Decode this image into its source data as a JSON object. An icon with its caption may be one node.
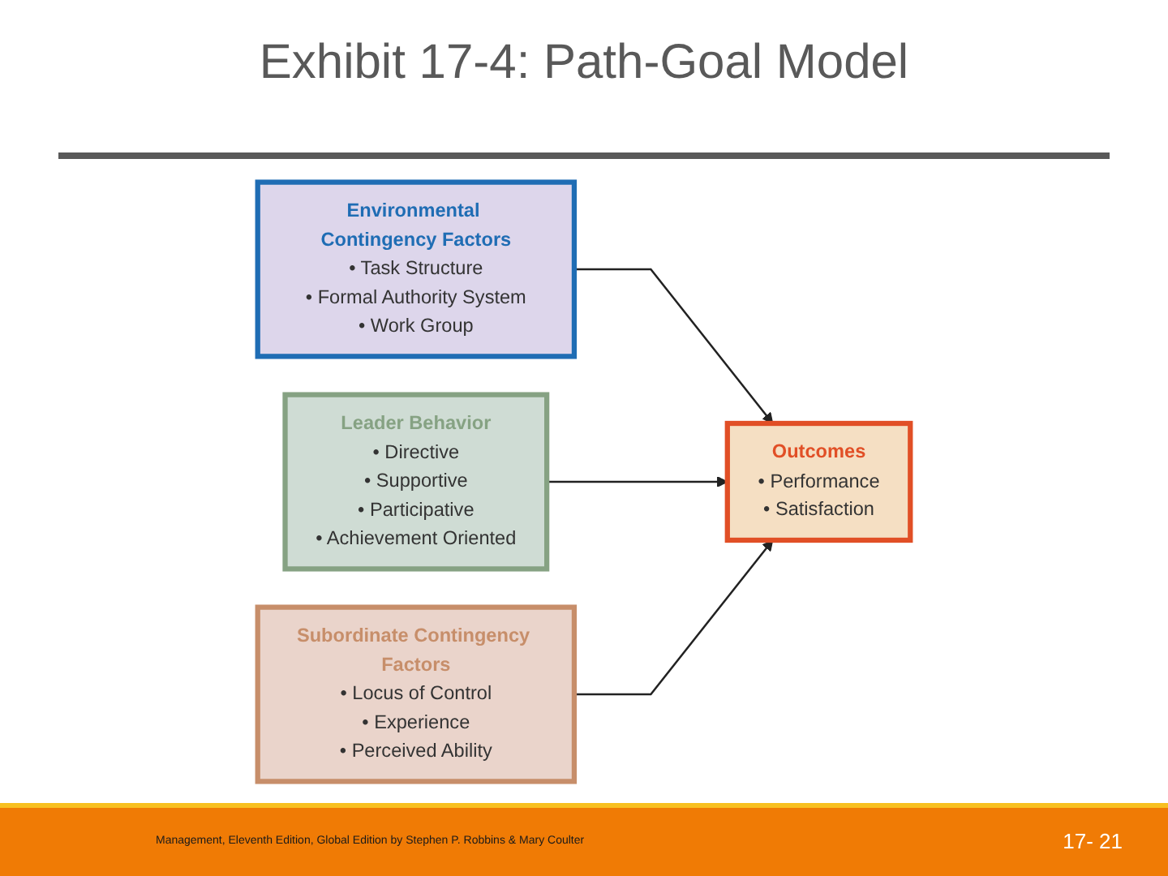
{
  "diagram": {
    "title": "Exhibit 17-4: Path-Goal Model",
    "nodes": [
      {
        "text": [
          "Environmental Contingency Factors",
          "• Task Structure",
          "• Formal Authority System",
          "• Work Group"
        ]
      },
      {
        "text": [
          "Leader Behavior",
          "• Directive",
          "• Supportive",
          "• Participative",
          "• Achievement Oriented"
        ]
      },
      {
        "text": [
          "Outcomes",
          "• Performance",
          "• Satisfaction"
        ]
      },
      {
        "text": [
          "Subordinate Contingency Factors",
          "• Locus of Control",
          "• Experience",
          "• Perceived Ability"
        ]
      }
    ],
    "edges": [
      {
        "from": 0,
        "to": 2,
        "arrow": "to"
      },
      {
        "from": 1,
        "to": 2,
        "arrow": "to"
      },
      {
        "from": 3,
        "to": 2,
        "arrow": "to"
      }
    ],
    "labels": [
      "Management, Eleventh Edition, Global Edition by Stephen P. Robbins & Mary Coulter",
      "17- 21"
    ]
  }
}
